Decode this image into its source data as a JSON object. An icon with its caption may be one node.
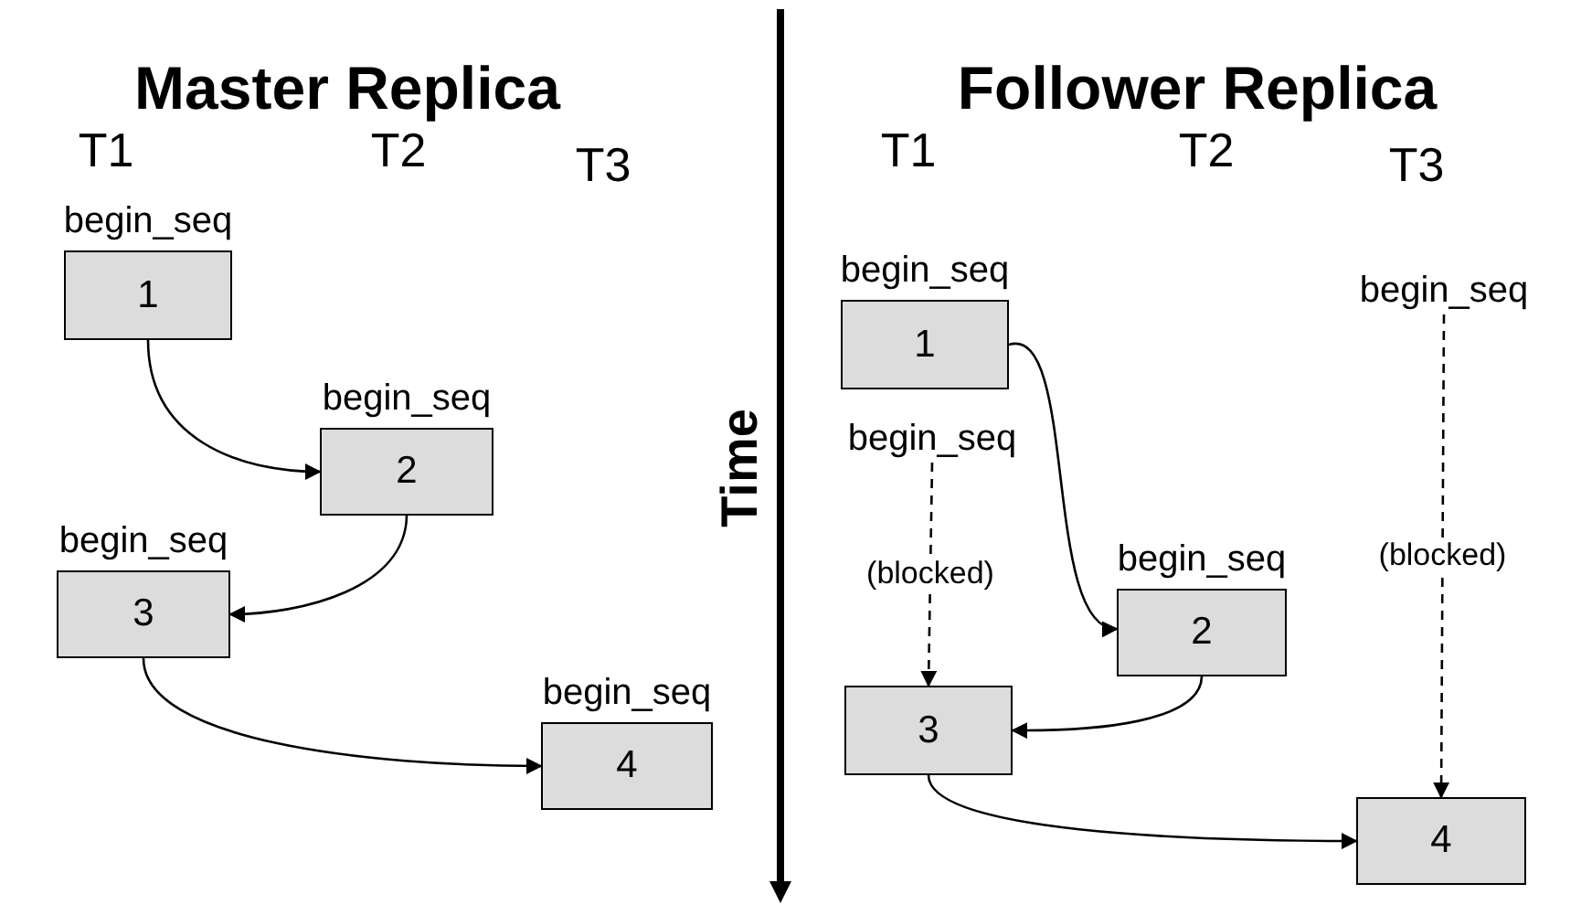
{
  "diagram": {
    "nodes": [
      {
        "text": [
          "begin_seq",
          "1"
        ]
      },
      {
        "text": [
          "begin_seq",
          "2"
        ]
      },
      {
        "text": [
          "begin_seq",
          "3"
        ]
      },
      {
        "text": [
          "begin_seq",
          "4"
        ]
      },
      {
        "text": [
          "begin_seq",
          "1"
        ]
      },
      {
        "text": [
          "begin_seq",
          "2"
        ]
      },
      {
        "text": [
          "begin_seq"
        ]
      },
      {
        "text": [
          "3"
        ]
      },
      {
        "text": [
          "begin_seq"
        ]
      },
      {
        "text": [
          "4"
        ]
      }
    ],
    "edges": [
      {
        "from": 0,
        "to": 1,
        "arrow": "to"
      },
      {
        "from": 1,
        "to": 2,
        "arrow": "to"
      },
      {
        "from": 2,
        "to": 3,
        "arrow": "to"
      },
      {
        "from": 4,
        "to": 5,
        "arrow": "to"
      },
      {
        "from": 5,
        "to": 7,
        "arrow": "to"
      },
      {
        "from": 7,
        "to": 9,
        "arrow": "to"
      },
      {
        "from": 6,
        "to": 7,
        "arrow": "to",
        "label": "(blocked)",
        "style": "dashed"
      },
      {
        "from": 8,
        "to": 9,
        "arrow": "to",
        "label": "(blocked)",
        "style": "dashed"
      }
    ],
    "labels": [
      "Master Replica",
      "T1",
      "T2",
      "T3",
      "Follower Replica",
      "T1",
      "T2",
      "T3",
      "Time"
    ]
  }
}
